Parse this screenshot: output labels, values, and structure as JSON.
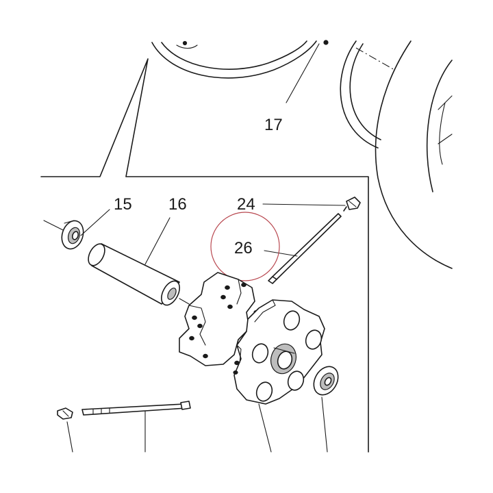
{
  "labels": {
    "l15": "15",
    "l16": "16",
    "l17": "17",
    "l24": "24",
    "l26": "26"
  },
  "colors": {
    "ink": "#1a1a1a",
    "highlight_circle": "#b8474f",
    "background": "#ffffff"
  }
}
